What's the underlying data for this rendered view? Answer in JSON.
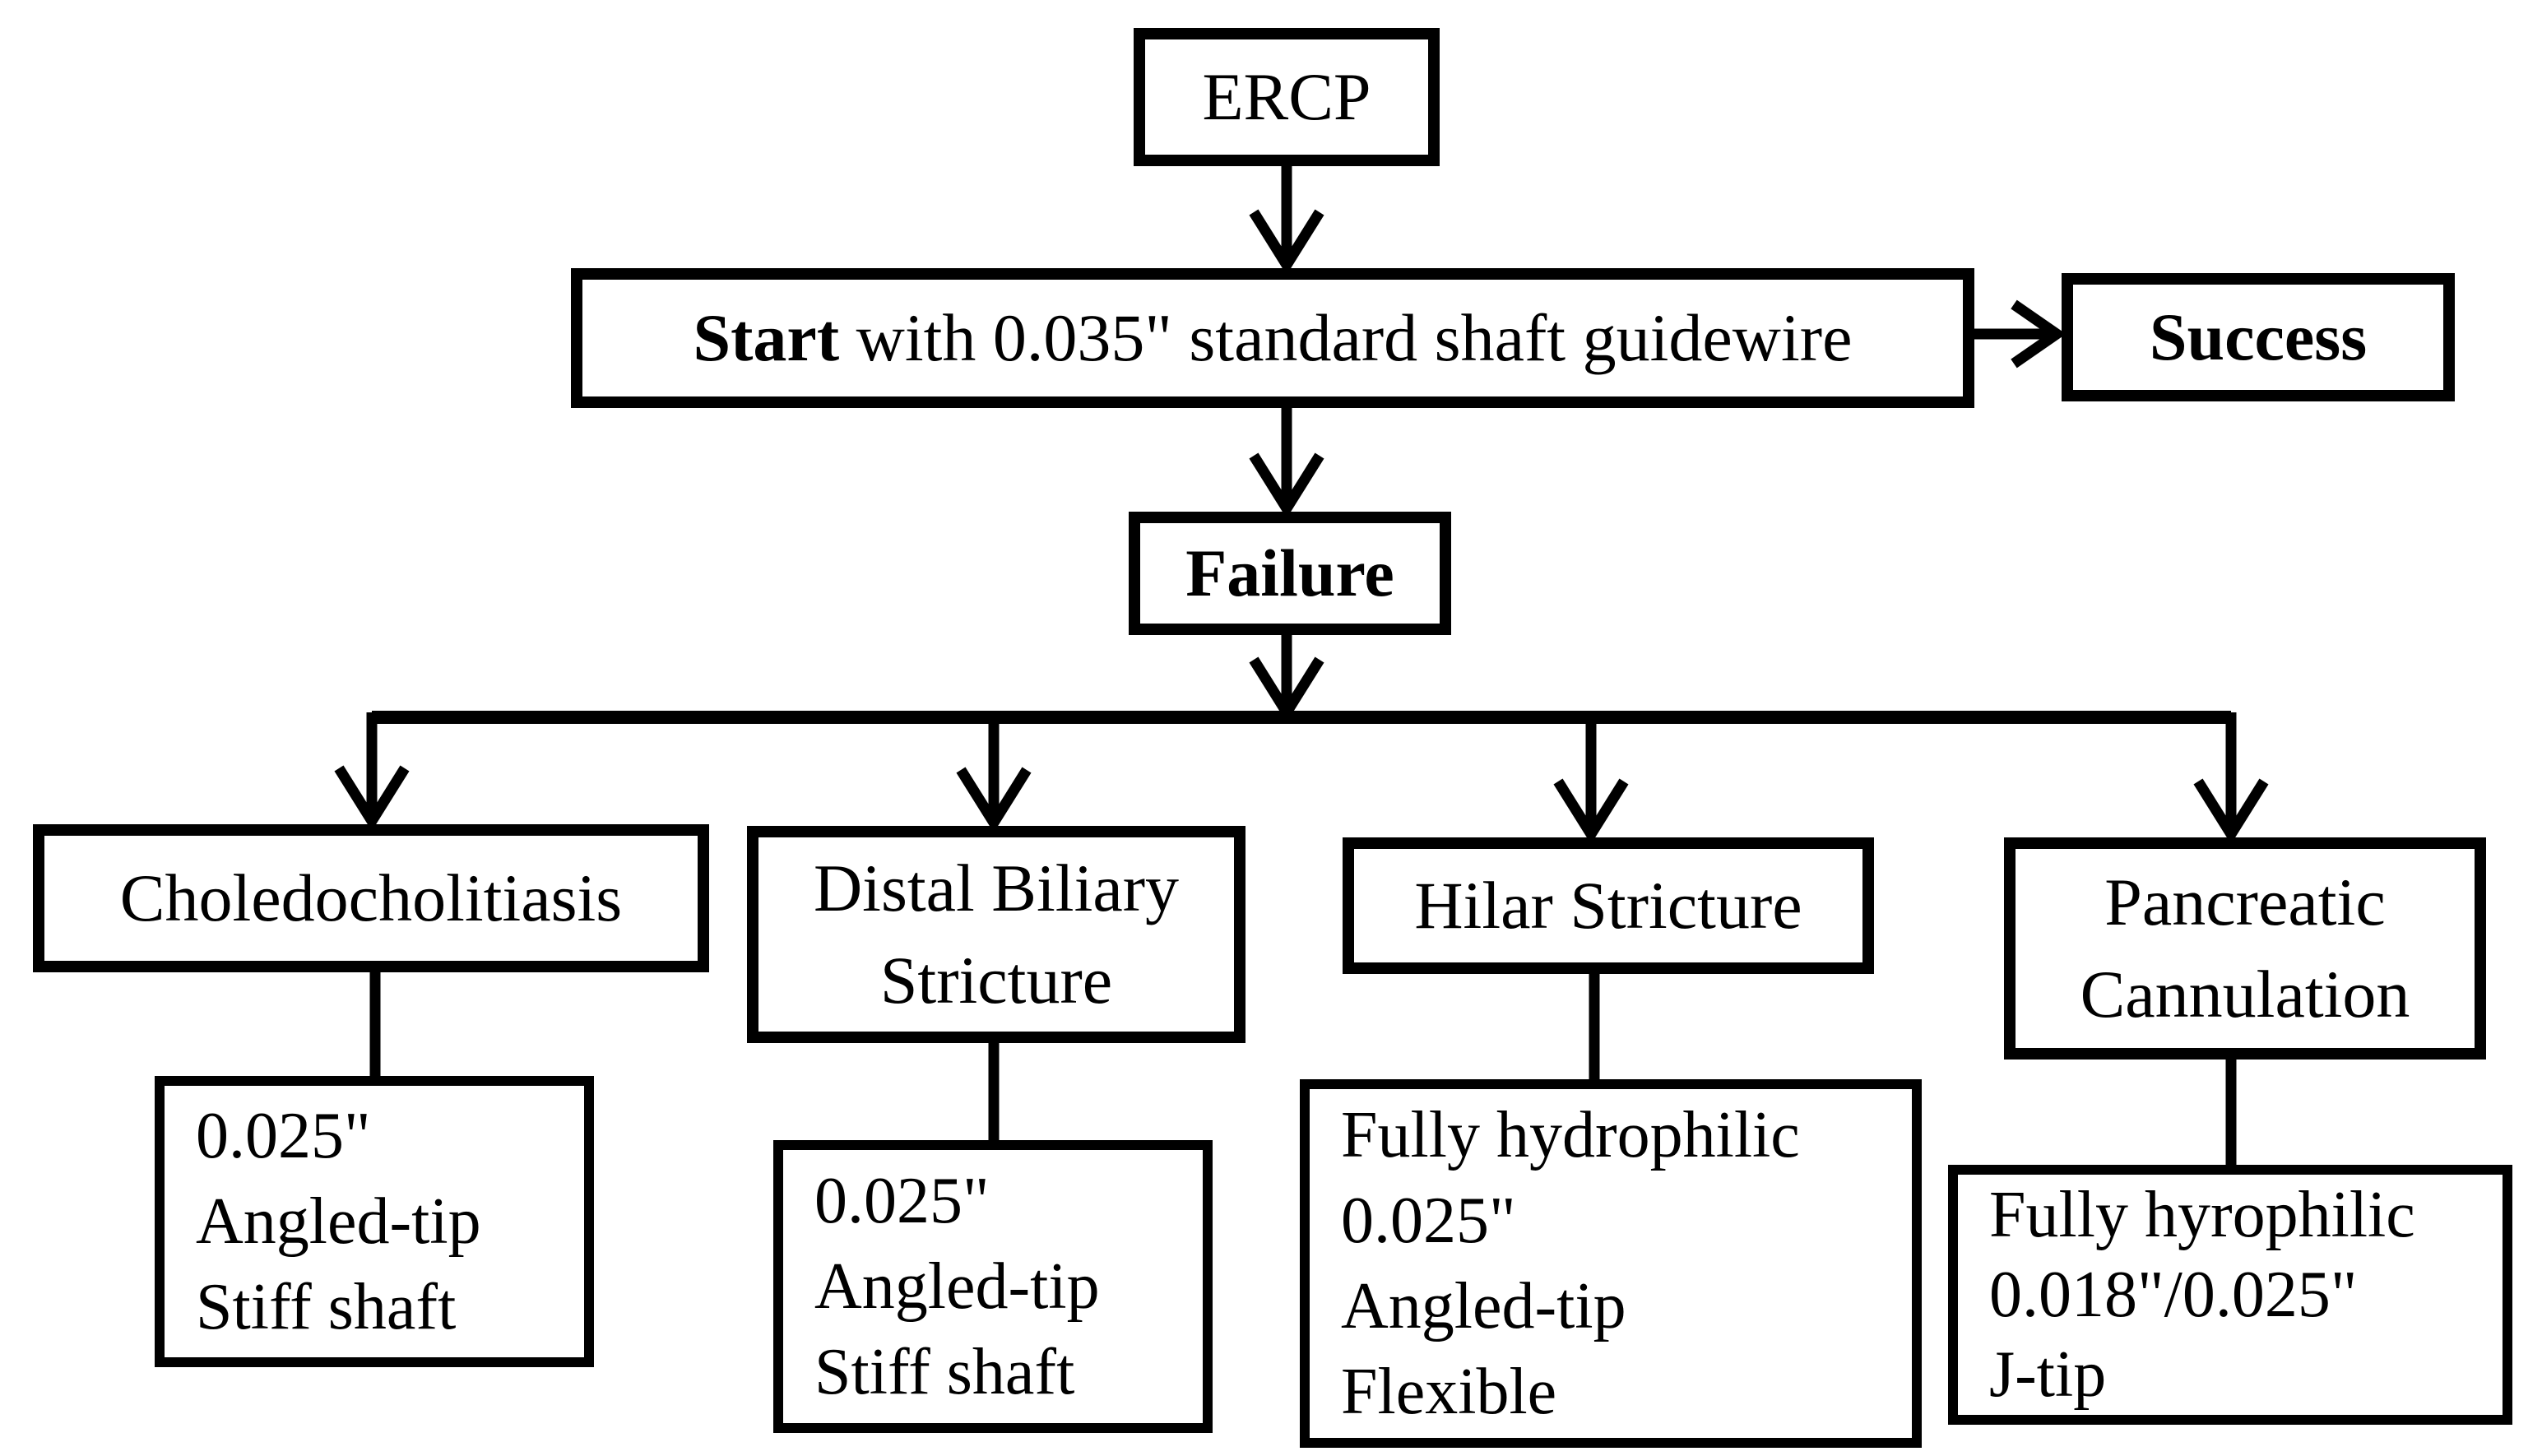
{
  "palette": {
    "ink": "#000000",
    "paper": "#ffffff"
  },
  "nodes": {
    "ercp": {
      "label": "ERCP"
    },
    "start": {
      "label_bold": "Start",
      "label_rest": " with 0.035\" standard shaft guidewire"
    },
    "success": {
      "label": "Success"
    },
    "failure": {
      "label": "Failure"
    },
    "branches": [
      {
        "id": "choledocholitiasis",
        "title_lines": [
          "Choledocholitiasis"
        ],
        "recommendation_lines": [
          "0.025\"",
          "Angled-tip",
          "Stiff shaft"
        ]
      },
      {
        "id": "distal-biliary-stricture",
        "title_lines": [
          "Distal Biliary",
          "Stricture"
        ],
        "recommendation_lines": [
          "0.025\"",
          "Angled-tip",
          "Stiff shaft"
        ]
      },
      {
        "id": "hilar-stricture",
        "title_lines": [
          "Hilar Stricture"
        ],
        "recommendation_lines": [
          "Fully hydrophilic",
          "0.025\"",
          "Angled-tip",
          "Flexible"
        ]
      },
      {
        "id": "pancreatic-cannulation",
        "title_lines": [
          "Pancreatic",
          "Cannulation"
        ],
        "recommendation_lines": [
          "Fully hyrophilic",
          "0.018\"/0.025\"",
          "J-tip"
        ]
      }
    ]
  }
}
